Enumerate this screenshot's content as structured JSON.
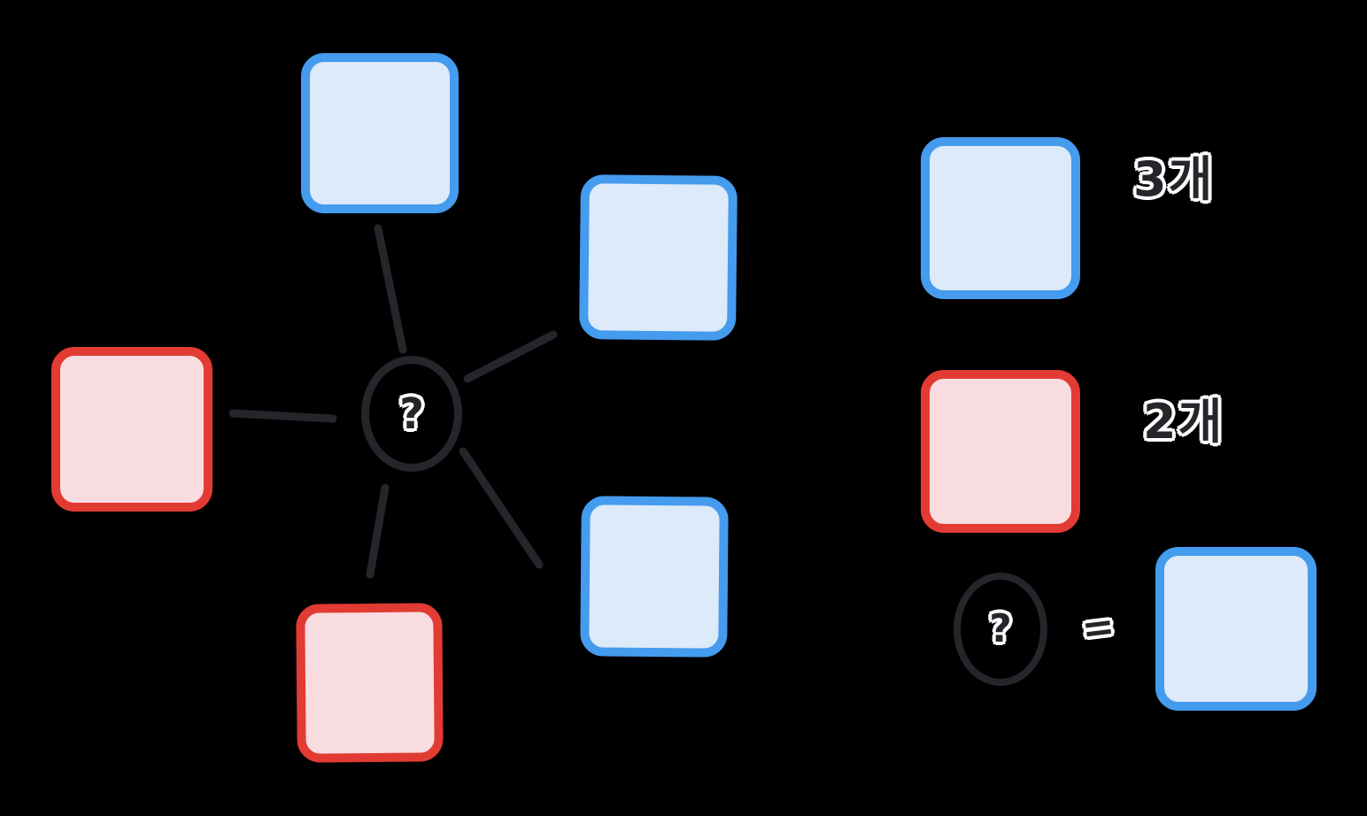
{
  "cluster": {
    "center": {
      "label": "?",
      "shape": "ellipse"
    },
    "nodes": [
      {
        "id": "blue-square-top",
        "color": "blue"
      },
      {
        "id": "blue-square-upper-right",
        "color": "blue"
      },
      {
        "id": "blue-square-lower-middle",
        "color": "blue"
      },
      {
        "id": "red-square-left",
        "color": "red"
      },
      {
        "id": "red-square-bottom",
        "color": "red"
      }
    ],
    "edges": [
      {
        "from": "center",
        "to": "blue-square-top"
      },
      {
        "from": "center",
        "to": "blue-square-upper-right"
      },
      {
        "from": "center",
        "to": "blue-square-lower-middle"
      },
      {
        "from": "center",
        "to": "red-square-left"
      },
      {
        "from": "center",
        "to": "red-square-bottom"
      }
    ],
    "blue_square_count": 3,
    "red_square_count": 2
  },
  "legend": {
    "blue": {
      "count_label": "3개",
      "swatch": "blue-square"
    },
    "red": {
      "count_label": "2개",
      "swatch": "red-square"
    },
    "equation": {
      "left_label": "?",
      "equals_label": "=",
      "right_swatch": "blue-square"
    }
  },
  "colors": {
    "background": "#000000",
    "ink": "#25262b",
    "blue_border": "#459bee",
    "blue_fill": "#dceaf9",
    "red_border": "#e23b33",
    "red_fill": "#f8dcdf"
  }
}
